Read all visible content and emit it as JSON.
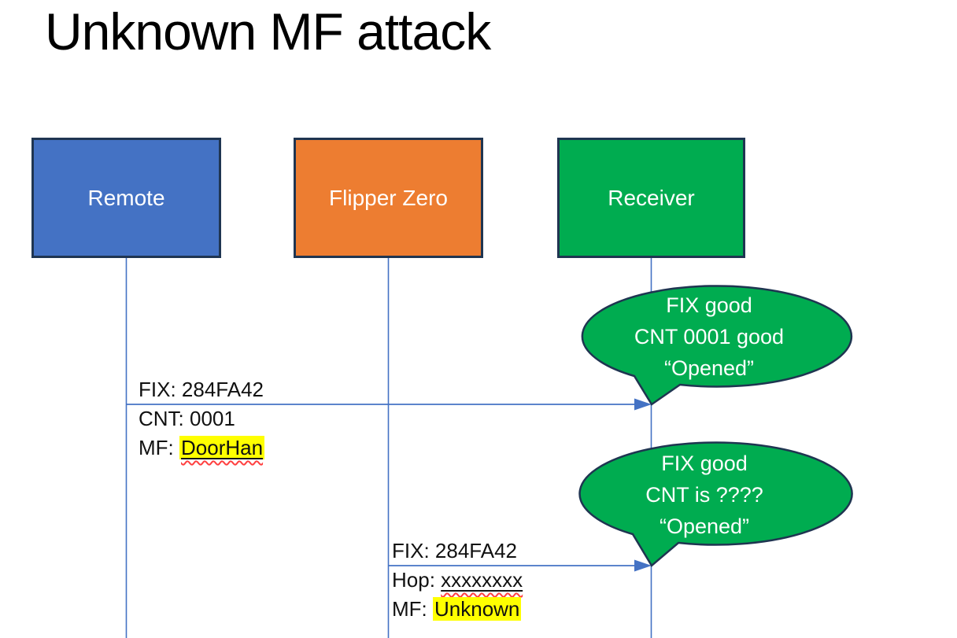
{
  "title": "Unknown MF attack",
  "actors": [
    {
      "name": "Remote"
    },
    {
      "name": "Flipper Zero"
    },
    {
      "name": "Receiver"
    }
  ],
  "message1": {
    "above": "FIX: 284FA42",
    "below1": "CNT: 0001",
    "below2_prefix": "MF: ",
    "below2_highlight": "DoorHan"
  },
  "message2": {
    "above": "FIX: 284FA42",
    "below1_prefix": "Hop: ",
    "below1_underlined": "xxxxxxxx",
    "below2_prefix": "MF: ",
    "below2_highlight": "Unknown"
  },
  "callouts": [
    {
      "lines": [
        "FIX good",
        "CNT 0001 good",
        "“Opened”"
      ]
    },
    {
      "lines": [
        "FIX good",
        "CNT is ????",
        "“Opened”"
      ]
    }
  ],
  "colors": {
    "remote_fill": "#4472C4",
    "flipper_fill": "#ED7D31",
    "receiver_fill": "#00AC50",
    "callout_fill": "#00AC50",
    "shape_border_navy": "#1F3551",
    "lifeline_arrow_blue": "#4472C4",
    "highlight_yellow": "#FFFF00",
    "spellcheck_red": "#FF4040",
    "underline_dark": "#151515",
    "label_text": "#111111",
    "actor_text": "#FFFFFF",
    "callout_text": "#FFFFFF"
  }
}
